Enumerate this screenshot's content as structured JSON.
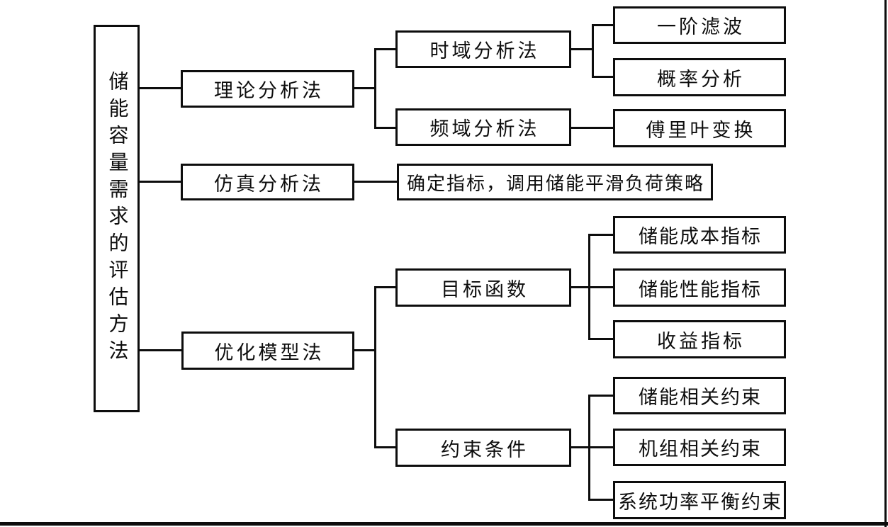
{
  "diagram": {
    "type": "tree-flowchart",
    "language": "zh-CN",
    "line_color": "#0d0d0d",
    "background_color": "#ffffff",
    "nodes": {
      "root": {
        "label": "储能容量需求的评估方法"
      },
      "theory": {
        "label": "理论分析法"
      },
      "simulation": {
        "label": "仿真分析法"
      },
      "optimization": {
        "label": "优化模型法"
      },
      "time_domain": {
        "label": "时域分析法"
      },
      "freq_domain": {
        "label": "频域分析法"
      },
      "sim_strategy": {
        "label": "确定指标，调用储能平滑负荷策略"
      },
      "objective": {
        "label": "目标函数"
      },
      "constraints": {
        "label": "约束条件"
      },
      "first_order_filter": {
        "label": "一阶滤波"
      },
      "probability": {
        "label": "概率分析"
      },
      "fourier": {
        "label": "傅里叶变换"
      },
      "cost_index": {
        "label": "储能成本指标"
      },
      "performance_index": {
        "label": "储能性能指标"
      },
      "revenue_index": {
        "label": "收益指标"
      },
      "storage_constraints": {
        "label": "储能相关约束"
      },
      "unit_constraints": {
        "label": "机组相关约束"
      },
      "power_balance_constraints": {
        "label": "系统功率平衡约束"
      }
    },
    "structure": {
      "root": "root",
      "children": [
        {
          "node": "theory",
          "children": [
            {
              "node": "time_domain",
              "children": [
                {
                  "node": "first_order_filter"
                },
                {
                  "node": "probability"
                }
              ]
            },
            {
              "node": "freq_domain",
              "children": [
                {
                  "node": "fourier"
                }
              ]
            }
          ]
        },
        {
          "node": "simulation",
          "children": [
            {
              "node": "sim_strategy"
            }
          ]
        },
        {
          "node": "optimization",
          "children": [
            {
              "node": "objective",
              "children": [
                {
                  "node": "cost_index"
                },
                {
                  "node": "performance_index"
                },
                {
                  "node": "revenue_index"
                }
              ]
            },
            {
              "node": "constraints",
              "children": [
                {
                  "node": "storage_constraints"
                },
                {
                  "node": "unit_constraints"
                },
                {
                  "node": "power_balance_constraints"
                }
              ]
            }
          ]
        }
      ]
    }
  }
}
